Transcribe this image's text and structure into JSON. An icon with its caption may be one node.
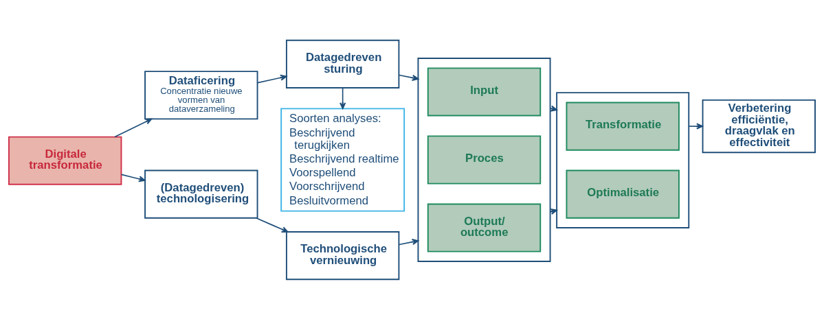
{
  "diagram": {
    "nodes": [
      {
        "text": [
          "Soorten analyses:",
          "Beschrijvend terugkijken",
          "Beschrijvend realtime",
          "Voorspellend",
          "Voorschrijvend",
          "Besluitvormend"
        ]
      },
      {
        "text": [
          "Dataficering",
          "Concentratie nieuwe vormen van dataverzameling"
        ]
      },
      {
        "text": [
          "Datagedreven sturing"
        ]
      },
      {
        "text": [],
        "shape": "box"
      },
      {
        "text": [
          "Input"
        ],
        "in": 3
      },
      {
        "text": [
          "Proces"
        ],
        "in": 3
      },
      {
        "text": [
          "Output/ outcome"
        ],
        "in": 3
      },
      {
        "text": [],
        "shape": "box"
      },
      {
        "text": [
          "Transformatie"
        ],
        "in": 7
      },
      {
        "text": [
          "Optimalisatie"
        ],
        "in": 7
      },
      {
        "text": [
          "Digitale transformatie"
        ]
      },
      {
        "text": [
          "Verbetering efficiëntie, draagvlak en effectiviteit"
        ]
      },
      {
        "text": [
          "(Datagedreven) technologisering"
        ]
      },
      {
        "text": [
          "Technologische vernieuwing"
        ]
      }
    ],
    "edges": [
      {
        "from": 10,
        "to": 1,
        "arrow": "to"
      },
      {
        "from": 10,
        "to": 12,
        "arrow": "to"
      },
      {
        "from": 1,
        "to": 2,
        "arrow": "to"
      },
      {
        "from": 2,
        "to": 0,
        "arrow": "to"
      },
      {
        "from": 2,
        "to": 3,
        "arrow": "to"
      },
      {
        "from": 12,
        "to": 13,
        "arrow": "to"
      },
      {
        "from": 13,
        "to": 3,
        "arrow": "to"
      },
      {
        "from": 3,
        "to": 7,
        "arrow": "to"
      },
      {
        "from": 3,
        "to": 7,
        "arrow": "to"
      },
      {
        "from": 7,
        "to": 11,
        "arrow": "to"
      }
    ]
  }
}
